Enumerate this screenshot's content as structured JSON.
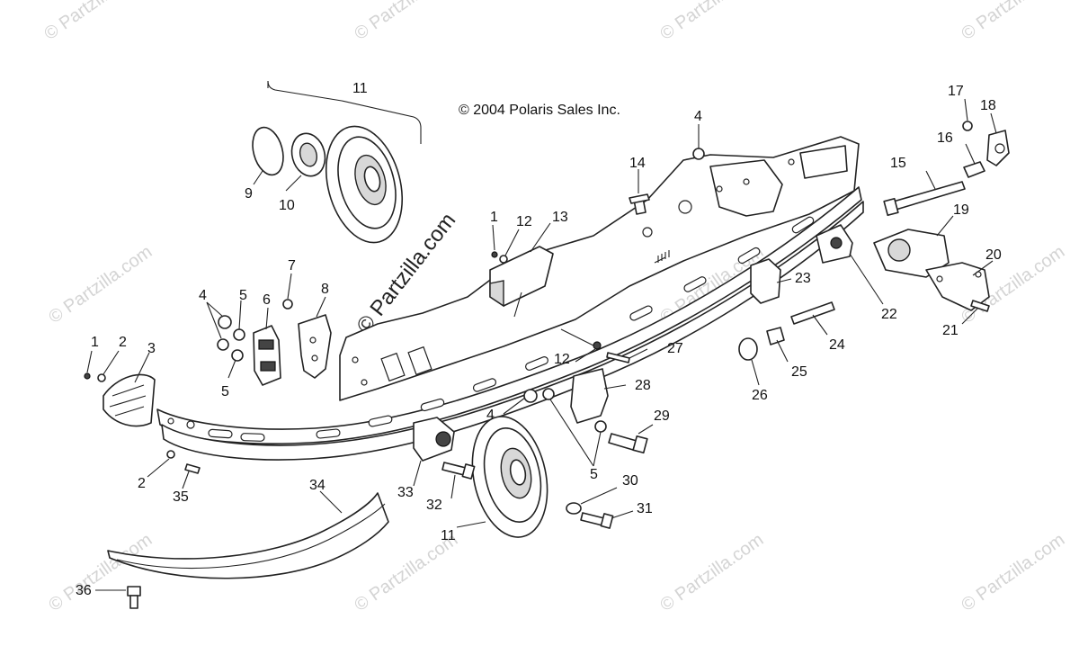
{
  "copyright": "© 2004 Polaris Sales Inc.",
  "watermarks": {
    "diagonal": "© Partzilla.com",
    "faint": "© Partzilla.com"
  },
  "callouts": {
    "c1a": "1",
    "c1b": "1",
    "c2a": "2",
    "c2b": "2",
    "c3": "3",
    "c4a": "4",
    "c4b": "4",
    "c4c": "4",
    "c5a": "5",
    "c5b": "5",
    "c5c": "5",
    "c6": "6",
    "c7": "7",
    "c8": "8",
    "c9": "9",
    "c10": "10",
    "c11a": "11",
    "c11b": "11",
    "c12a": "12",
    "c12b": "12",
    "c13": "13",
    "c14": "14",
    "c15": "15",
    "c16": "16",
    "c17": "17",
    "c18": "18",
    "c19": "19",
    "c20": "20",
    "c21": "21",
    "c22": "22",
    "c23": "23",
    "c24": "24",
    "c25": "25",
    "c26": "26",
    "c27": "27",
    "c28": "28",
    "c29": "29",
    "c30": "30",
    "c31": "31",
    "c32": "32",
    "c33": "33",
    "c34": "34",
    "c35": "35",
    "c36": "36"
  },
  "colors": {
    "line": "#222222",
    "watermark": "#d4d4d4",
    "background": "#ffffff"
  }
}
